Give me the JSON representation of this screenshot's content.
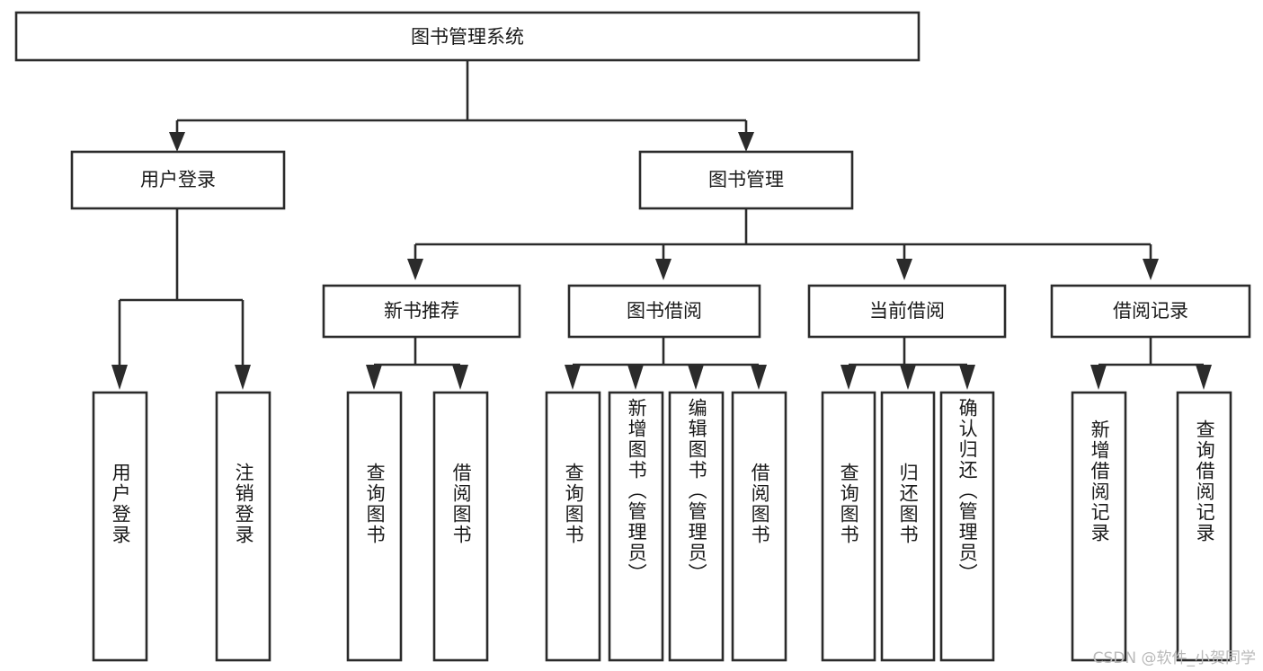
{
  "diagram": {
    "type": "tree",
    "title": "图书管理系统",
    "watermark": "CSDN @软件_小贺同学",
    "nodes": {
      "root": {
        "label": "图书管理系统",
        "level": 1,
        "orientation": "horizontal"
      },
      "l2_a": {
        "label": "用户登录",
        "level": 2,
        "orientation": "horizontal"
      },
      "l2_b": {
        "label": "图书管理",
        "level": 2,
        "orientation": "horizontal"
      },
      "l3_a": {
        "label": "新书推荐",
        "level": 3,
        "orientation": "horizontal"
      },
      "l3_b": {
        "label": "图书借阅",
        "level": 3,
        "orientation": "horizontal"
      },
      "l3_c": {
        "label": "当前借阅",
        "level": 3,
        "orientation": "horizontal"
      },
      "l3_d": {
        "label": "借阅记录",
        "level": 3,
        "orientation": "horizontal"
      },
      "leaf_1": {
        "label": "用户登录",
        "level": 4,
        "orientation": "vertical"
      },
      "leaf_2": {
        "label": "注销登录",
        "level": 4,
        "orientation": "vertical"
      },
      "leaf_3": {
        "label": "查询图书",
        "level": 4,
        "orientation": "vertical"
      },
      "leaf_4": {
        "label": "借阅图书",
        "level": 4,
        "orientation": "vertical"
      },
      "leaf_5": {
        "label": "查询图书",
        "level": 4,
        "orientation": "vertical"
      },
      "leaf_6": {
        "label": "新增图书（管理员）",
        "level": 4,
        "orientation": "vertical"
      },
      "leaf_7": {
        "label": "编辑图书（管理员）",
        "level": 4,
        "orientation": "vertical"
      },
      "leaf_8": {
        "label": "借阅图书",
        "level": 4,
        "orientation": "vertical"
      },
      "leaf_9": {
        "label": "查询图书",
        "level": 4,
        "orientation": "vertical"
      },
      "leaf_10": {
        "label": "归还图书",
        "level": 4,
        "orientation": "vertical"
      },
      "leaf_11": {
        "label": "确认归还（管理员）",
        "level": 4,
        "orientation": "vertical"
      },
      "leaf_12": {
        "label": "新增借阅记录",
        "level": 4,
        "orientation": "vertical"
      },
      "leaf_13": {
        "label": "查询借阅记录",
        "level": 4,
        "orientation": "vertical"
      }
    },
    "edges": [
      {
        "from": "root",
        "to": "l2_a"
      },
      {
        "from": "root",
        "to": "l2_b"
      },
      {
        "from": "l2_b",
        "to": "l3_a"
      },
      {
        "from": "l2_b",
        "to": "l3_b"
      },
      {
        "from": "l2_b",
        "to": "l3_c"
      },
      {
        "from": "l2_b",
        "to": "l3_d"
      },
      {
        "from": "l2_a",
        "to": "leaf_1"
      },
      {
        "from": "l2_a",
        "to": "leaf_2"
      },
      {
        "from": "l3_a",
        "to": "leaf_3"
      },
      {
        "from": "l3_a",
        "to": "leaf_4"
      },
      {
        "from": "l3_b",
        "to": "leaf_5"
      },
      {
        "from": "l3_b",
        "to": "leaf_6"
      },
      {
        "from": "l3_b",
        "to": "leaf_7"
      },
      {
        "from": "l3_b",
        "to": "leaf_8"
      },
      {
        "from": "l3_c",
        "to": "leaf_9"
      },
      {
        "from": "l3_c",
        "to": "leaf_10"
      },
      {
        "from": "l3_c",
        "to": "leaf_11"
      },
      {
        "from": "l3_d",
        "to": "leaf_12"
      },
      {
        "from": "l3_d",
        "to": "leaf_13"
      }
    ],
    "colors": {
      "box_stroke": "#2b2b2b",
      "box_fill": "#ffffff",
      "text": "#1a1a1a",
      "watermark": "#b9b9b9",
      "background": "#ffffff"
    }
  }
}
